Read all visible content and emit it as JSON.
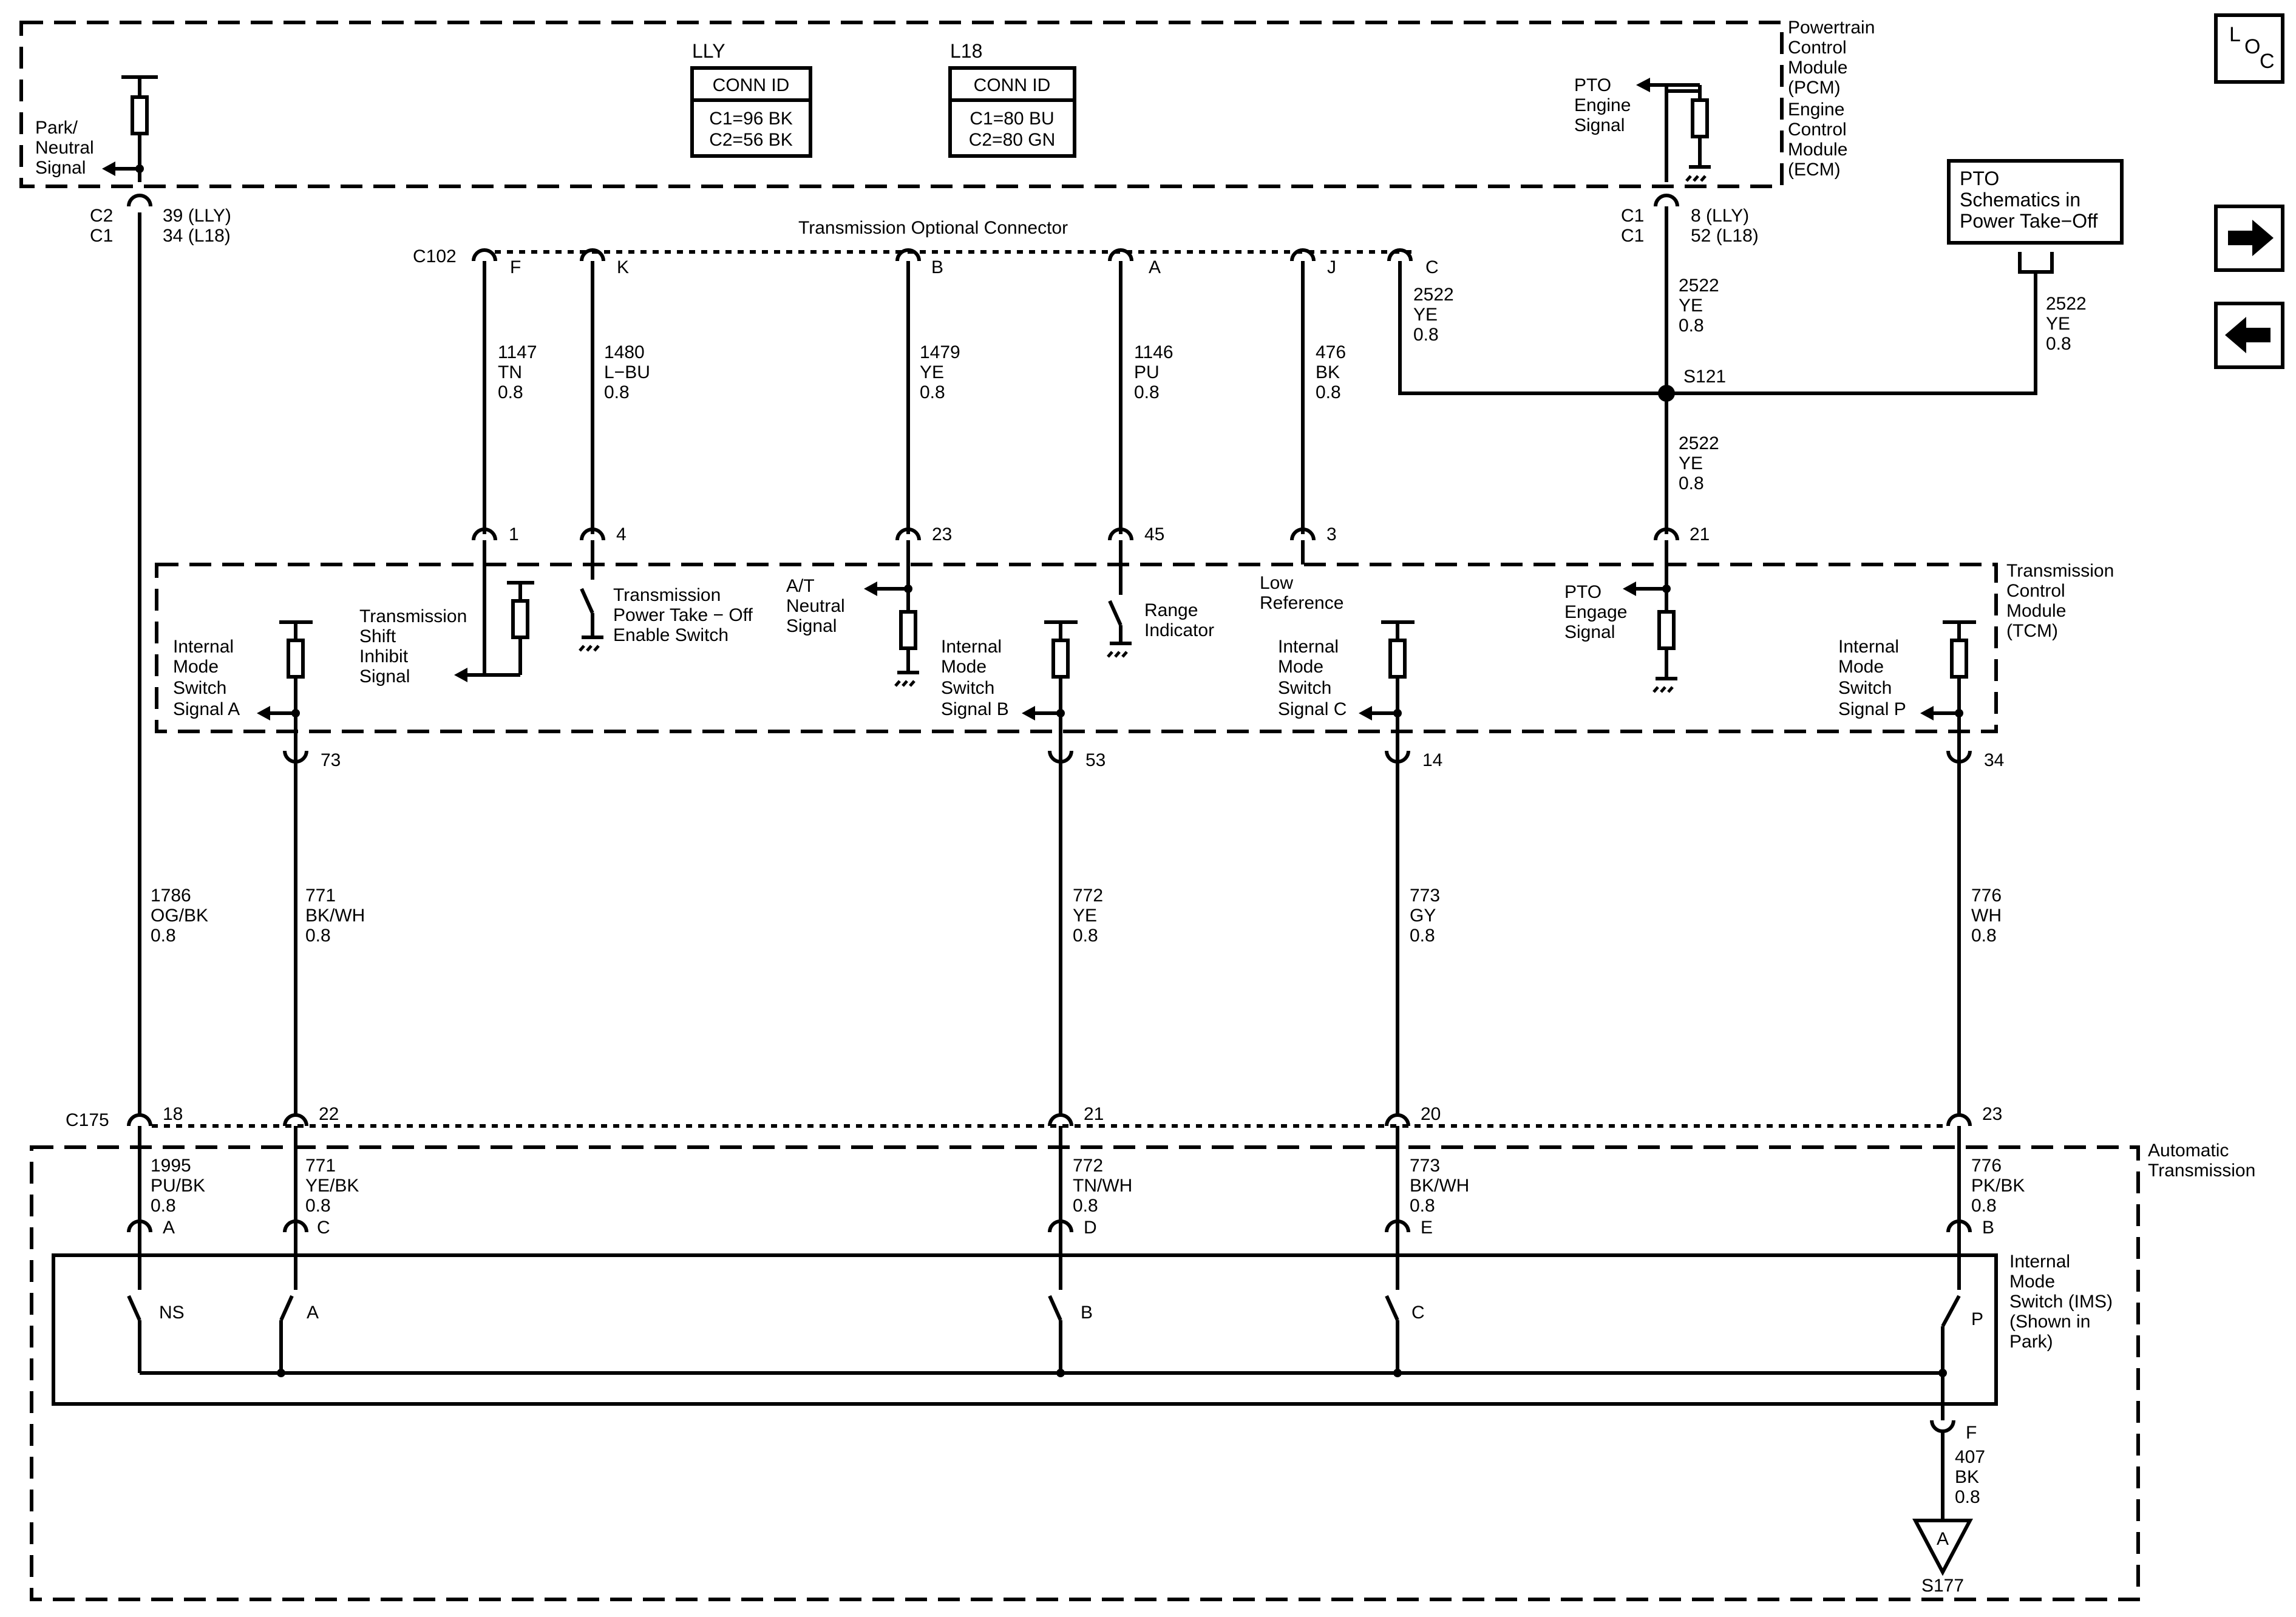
{
  "nav": {
    "loc_letters": [
      "L",
      "O",
      "C"
    ],
    "forward_arrow": "right-arrow-icon",
    "back_arrow": "left-arrow-icon"
  },
  "modules": {
    "pcm": [
      "Powertrain",
      "Control",
      "Module",
      "(PCM)",
      "Engine",
      "Control",
      "Module",
      "(ECM)"
    ],
    "tcm": [
      "Transmission",
      "Control",
      "Module",
      "(TCM)"
    ],
    "auto_trans": [
      "Automatic",
      "Transmission"
    ],
    "ims": [
      "Internal",
      "Mode",
      "Switch (IMS)",
      "(Shown in",
      "Park)"
    ]
  },
  "conn_tables": [
    {
      "variant": "LLY",
      "header": "CONN ID",
      "rows": [
        "C1=96 BK",
        "C2=56 BK"
      ]
    },
    {
      "variant": "L18",
      "header": "CONN ID",
      "rows": [
        "C1=80 BU",
        "C2=80 GN"
      ]
    }
  ],
  "pto_box": [
    "PTO",
    "Schematics in",
    "Power Take−Off"
  ],
  "pcm_signals": {
    "park_neutral": [
      "Park/",
      "Neutral",
      "Signal"
    ],
    "pto_engine": [
      "PTO",
      "Engine",
      "Signal"
    ]
  },
  "pcm_pins": {
    "left": {
      "conn": [
        "C2",
        "C1"
      ],
      "pins": [
        "39 (LLY)",
        "34 (L18)"
      ]
    },
    "right": {
      "conn": [
        "C1",
        "C1"
      ],
      "pins": [
        "8 (LLY)",
        "52 (L18)"
      ]
    }
  },
  "optional_connector": {
    "title": "Transmission Optional Connector",
    "id": "C102",
    "pins": [
      "F",
      "K",
      "B",
      "A",
      "J",
      "C"
    ]
  },
  "wires_upper": [
    [
      "1147",
      "TN",
      "0.8"
    ],
    [
      "1480",
      "L−BU",
      "0.8"
    ],
    [
      "1479",
      "YE",
      "0.8"
    ],
    [
      "1146",
      "PU",
      "0.8"
    ],
    [
      "476",
      "BK",
      "0.8"
    ],
    [
      "2522",
      "YE",
      "0.8"
    ]
  ],
  "wire_pcm_pto": [
    "2522",
    "YE",
    "0.8"
  ],
  "wire_pto_box": [
    "2522",
    "YE",
    "0.8"
  ],
  "wire_s121_tcm": [
    "2522",
    "YE",
    "0.8"
  ],
  "splice": "S121",
  "tcm_top_pins": [
    "1",
    "4",
    "23",
    "45",
    "3",
    "21"
  ],
  "tcm_signals": {
    "shift_inhibit": [
      "Transmission",
      "Shift",
      "Inhibit",
      "Signal"
    ],
    "pto_enable": [
      "Transmission",
      "Power Take − Off",
      "Enable Switch"
    ],
    "at_neutral": [
      "A/T",
      "Neutral",
      "Signal"
    ],
    "range_indicator": [
      "Range",
      "Indicator"
    ],
    "low_reference": [
      "Low",
      "Reference"
    ],
    "pto_engage": [
      "PTO",
      "Engage",
      "Signal"
    ],
    "ims_a": [
      "Internal",
      "Mode",
      "Switch",
      "Signal A"
    ],
    "ims_b": [
      "Internal",
      "Mode",
      "Switch",
      "Signal B"
    ],
    "ims_c": [
      "Internal",
      "Mode",
      "Switch",
      "Signal C"
    ],
    "ims_p": [
      "Internal",
      "Mode",
      "Switch",
      "Signal P"
    ]
  },
  "tcm_bottom_pins": [
    "73",
    "53",
    "14",
    "34"
  ],
  "wires_mid": [
    [
      "1786",
      "OG/BK",
      "0.8"
    ],
    [
      "771",
      "BK/WH",
      "0.8"
    ],
    [
      "772",
      "YE",
      "0.8"
    ],
    [
      "773",
      "GY",
      "0.8"
    ],
    [
      "776",
      "WH",
      "0.8"
    ]
  ],
  "c175": {
    "id": "C175",
    "pins": [
      "18",
      "22",
      "21",
      "20",
      "23"
    ]
  },
  "wires_lower": [
    [
      "1995",
      "PU/BK",
      "0.8"
    ],
    [
      "771",
      "YE/BK",
      "0.8"
    ],
    [
      "772",
      "TN/WH",
      "0.8"
    ],
    [
      "773",
      "BK/WH",
      "0.8"
    ],
    [
      "776",
      "PK/BK",
      "0.8"
    ]
  ],
  "ims_pins": [
    "A",
    "C",
    "D",
    "E",
    "B"
  ],
  "ims_switches": [
    "NS",
    "A",
    "B",
    "C",
    "P"
  ],
  "ground_pin": "F",
  "ground_wire": [
    "407",
    "BK",
    "0.8"
  ],
  "ground_symbol": "A",
  "ground_splice": "S177"
}
